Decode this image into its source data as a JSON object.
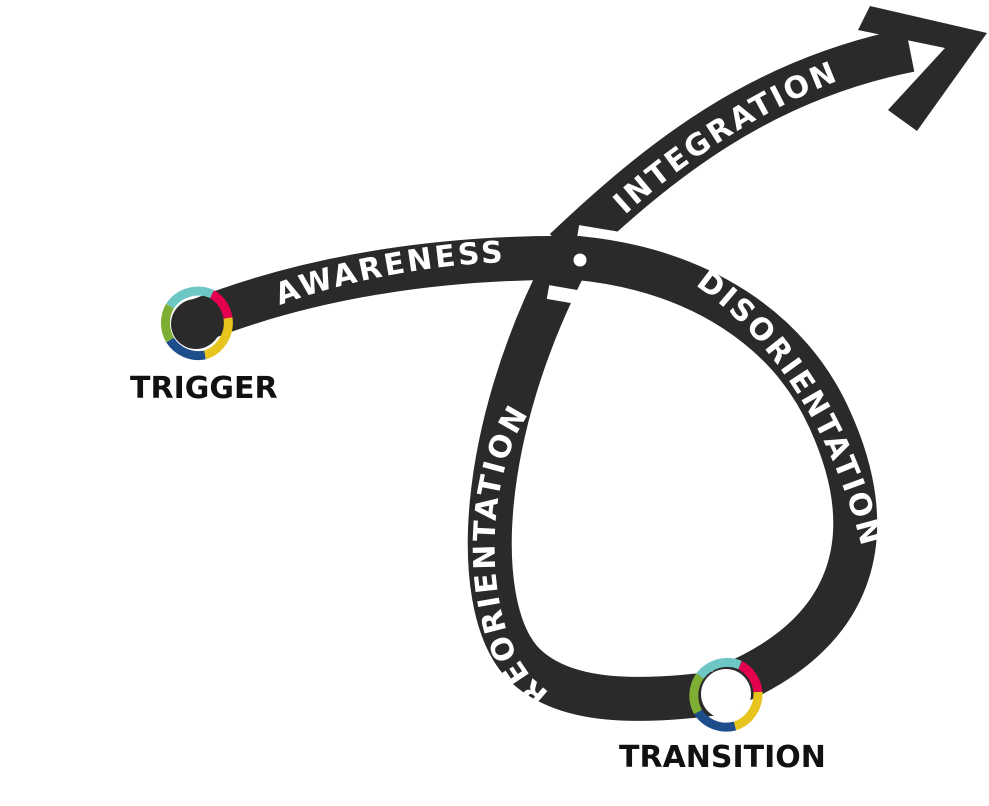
{
  "colors": {
    "path": "#2a2a2a",
    "background": "#ffffff",
    "label_text": "#ffffff",
    "node_text": "#111111",
    "ring": [
      "#e2004f",
      "#e8c51e",
      "#1e4d8c",
      "#7fae34",
      "#6cc7c5"
    ]
  },
  "nodes": {
    "trigger": {
      "label": "TRIGGER",
      "center": "dark"
    },
    "transition": {
      "label": "TRANSITION",
      "center": "white"
    }
  },
  "stages": {
    "awareness": "AWARENESS",
    "disorientation": "DISORIENTATION",
    "reorientation": "REORIENTATION",
    "integration": "INTEGRATION"
  }
}
